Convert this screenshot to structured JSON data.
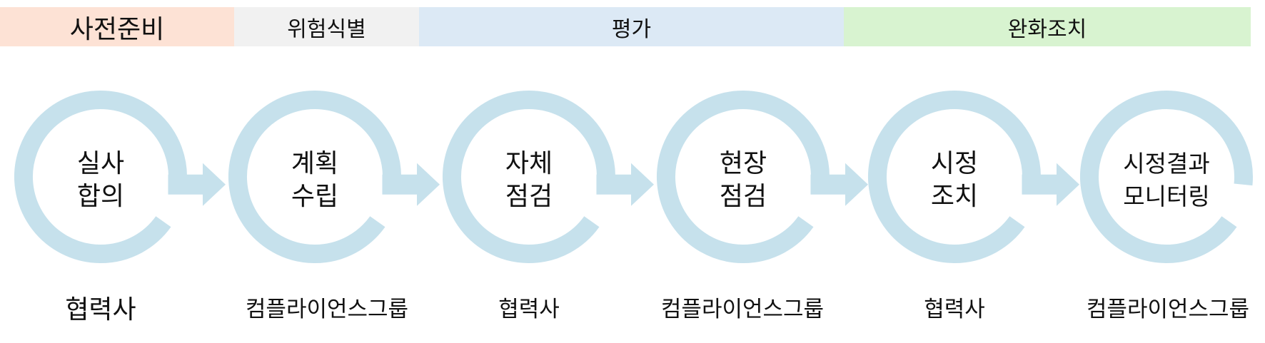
{
  "phases": [
    {
      "label": "사전준비",
      "color": "#fde2d5"
    },
    {
      "label": "위험식별",
      "color": "#f1f1f1"
    },
    {
      "label": "평가",
      "color": "#dce9f5"
    },
    {
      "label": "완화조치",
      "color": "#d8f3d0"
    }
  ],
  "ring_color": "#c6e1ec",
  "steps": [
    {
      "line1": "실사",
      "line2": "합의",
      "owner": "협력사"
    },
    {
      "line1": "계획",
      "line2": "수립",
      "owner": "컴플라이언스그룹"
    },
    {
      "line1": "자체",
      "line2": "점검",
      "owner": "협력사"
    },
    {
      "line1": "현장",
      "line2": "점검",
      "owner": "컴플라이언스그룹"
    },
    {
      "line1": "시정",
      "line2": "조치",
      "owner": "협력사"
    },
    {
      "line1": "시정결과",
      "line2": "모니터링",
      "owner": "컴플라이언스그룹"
    }
  ]
}
